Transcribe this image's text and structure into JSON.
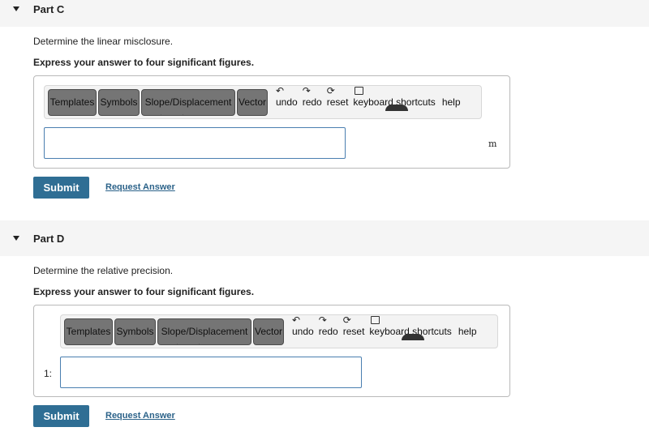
{
  "part_c": {
    "title": "Part C",
    "instruction": "Determine the linear misclosure.",
    "format_hint": "Express your answer to four significant figures.",
    "toolbar": {
      "templates": "Templates",
      "symbols": "Symbols",
      "slope": "Slope/Displacement",
      "vector": "Vector",
      "undo": "undo",
      "redo": "redo",
      "reset": "reset",
      "keyboard": "keyboard shortcuts",
      "help": "help"
    },
    "answer_value": "",
    "unit": "m",
    "submit_label": "Submit",
    "request_label": "Request Answer"
  },
  "part_d": {
    "title": "Part D",
    "instruction": "Determine the relative precision.",
    "format_hint": "Express your answer to four significant figures.",
    "toolbar": {
      "templates": "Templates",
      "symbols": "Symbols",
      "slope": "Slope/Displacement",
      "vector": "Vector",
      "undo": "undo",
      "redo": "redo",
      "reset": "reset",
      "keyboard": "keyboard shortcuts",
      "help": "help"
    },
    "ratio_prefix": "1:",
    "answer_value": "",
    "submit_label": "Submit",
    "request_label": "Request Answer"
  },
  "icons": {
    "collapse": "caret-down-icon",
    "undo": "undo-arrow-icon",
    "redo": "redo-arrow-icon",
    "reset": "reset-icon",
    "keyboard": "keyboard-icon"
  }
}
